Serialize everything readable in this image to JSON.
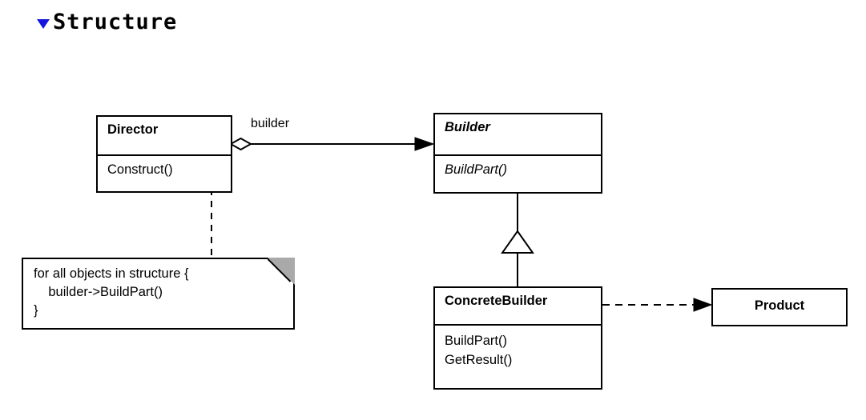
{
  "section": {
    "toggle_icon": "triangle-down-icon",
    "title": "Structure"
  },
  "diagram": {
    "type": "uml-class-diagram",
    "pattern": "Builder",
    "classes": [
      {
        "id": "director",
        "name": "Director",
        "abstract": false,
        "members": [
          "Construct()"
        ],
        "member_abstract": false
      },
      {
        "id": "builder",
        "name": "Builder",
        "abstract": true,
        "members": [
          "BuildPart()"
        ],
        "member_abstract": true
      },
      {
        "id": "concretebuilder",
        "name": "ConcreteBuilder",
        "abstract": false,
        "members": [
          "BuildPart()",
          "GetResult()"
        ],
        "member_abstract": false
      },
      {
        "id": "product",
        "name": "Product",
        "abstract": false,
        "members": [],
        "member_abstract": false
      }
    ],
    "relations": [
      {
        "id": "director-builder",
        "kind": "aggregation",
        "from": "Director",
        "to": "Builder",
        "label": "builder"
      },
      {
        "id": "concretebuilder-builder",
        "kind": "generalization",
        "from": "ConcreteBuilder",
        "to": "Builder",
        "label": ""
      },
      {
        "id": "concretebuilder-product",
        "kind": "dependency",
        "from": "ConcreteBuilder",
        "to": "Product",
        "label": ""
      },
      {
        "id": "director-note",
        "kind": "note-anchor",
        "from": "Director.Construct()",
        "to": "note",
        "label": ""
      }
    ],
    "note": {
      "id": "construct-note",
      "lines": [
        "for all objects in structure {",
        "    builder->BuildPart()",
        "}"
      ],
      "text": "for all objects in structure {\n    builder->BuildPart()\n}"
    }
  },
  "colors": {
    "background": "#ffffff",
    "stroke": "#000000",
    "toggle_blue": "#1515e0",
    "note_fold_gray": "#a9a9a9"
  }
}
